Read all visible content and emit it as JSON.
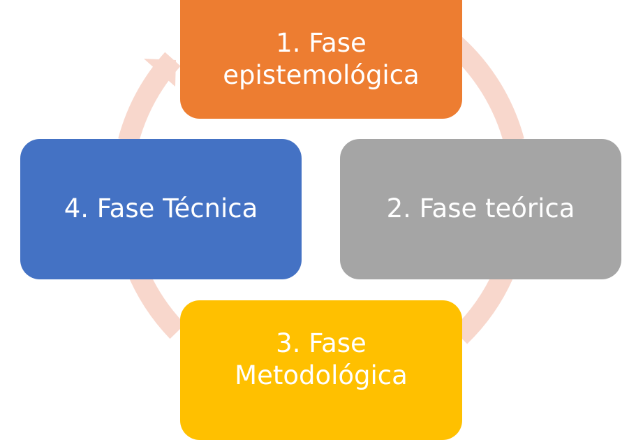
{
  "diagram": {
    "type": "cycle",
    "direction": "clockwise",
    "connector_color": "#F8D7CC",
    "nodes": [
      {
        "id": 1,
        "label": "1. Fase\nepistemológica",
        "color": "#ED7D31"
      },
      {
        "id": 2,
        "label": "2. Fase teórica",
        "color": "#A5A5A5"
      },
      {
        "id": 3,
        "label": "3. Fase\nMetodológica",
        "color": "#FFC000"
      },
      {
        "id": 4,
        "label": "4. Fase Técnica",
        "color": "#4472C4"
      }
    ],
    "edges": [
      {
        "from": 1,
        "to": 2
      },
      {
        "from": 2,
        "to": 3
      },
      {
        "from": 3,
        "to": 4
      },
      {
        "from": 4,
        "to": 1,
        "arrowhead": true
      }
    ]
  }
}
